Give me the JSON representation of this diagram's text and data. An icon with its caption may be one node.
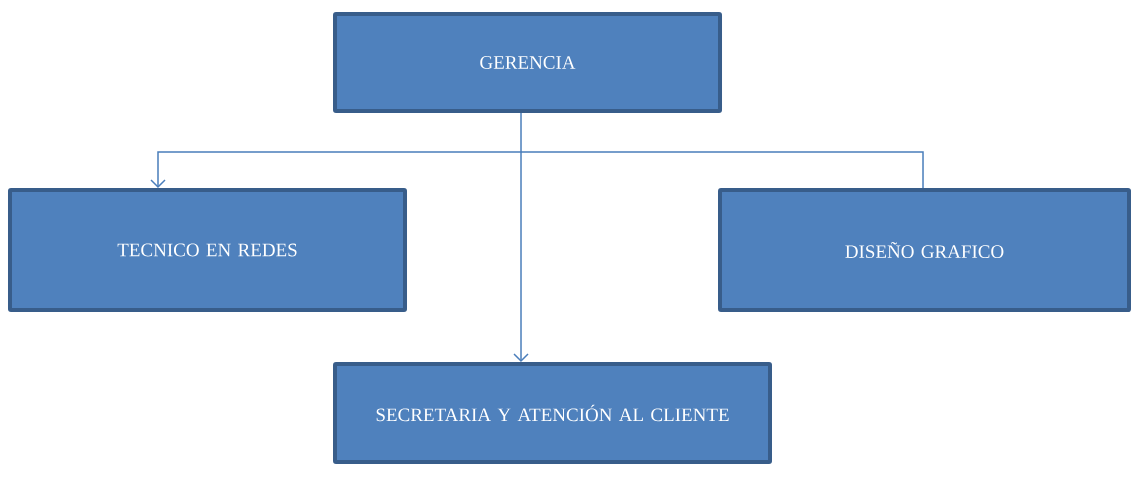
{
  "diagram": {
    "nodes": [
      {
        "text": [
          "GERENCIA"
        ]
      },
      {
        "text": [
          "TECNICO EN REDES"
        ]
      },
      {
        "text": [
          "DISEÑO GRAFICO"
        ]
      },
      {
        "text": [
          "SECRETARIA Y ATENCIÓN AL CLIENTE"
        ]
      }
    ],
    "edges": [
      {
        "from": 0,
        "to": 3,
        "arrow": "to"
      },
      {
        "from": 2,
        "to": 1,
        "arrow": "to"
      }
    ]
  }
}
